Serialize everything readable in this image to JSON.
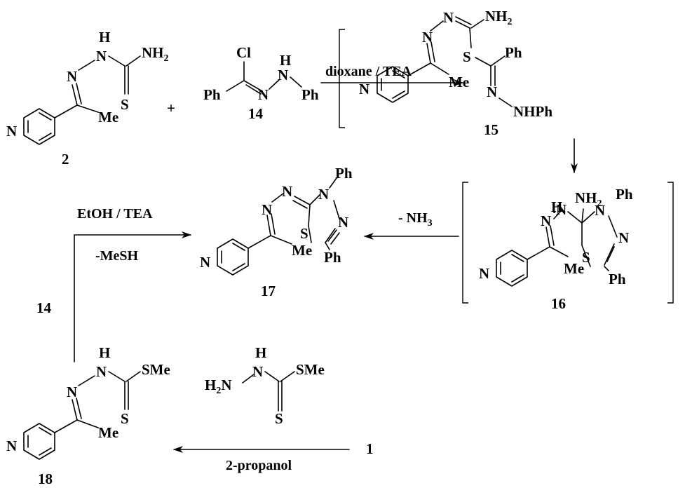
{
  "scheme": {
    "compound_numbers": {
      "c1": "1",
      "c2": "2",
      "c14": "14",
      "c15": "15",
      "c16": "16",
      "c17": "17",
      "c18": "18",
      "c14_arrow": "14"
    },
    "operators": {
      "plus": "+"
    },
    "conditions": {
      "dioxane_tea": "dioxane / TEA",
      "minus_nh3": "- NH",
      "minus_nh3_sub": "3",
      "etoh_tea": "EtOH / TEA",
      "minus_mesh": "-MeSH",
      "propanol": "2-propanol"
    },
    "atoms": {
      "N": "N",
      "S": "S",
      "H": "H",
      "Cl": "Cl",
      "Me": "Me",
      "Ph": "Ph",
      "NH2": "NH",
      "H2N": "H",
      "sub2": "2",
      "SMe": "SMe",
      "NHPh": "NHPh",
      "HN": "H N",
      "NH2Ph": "NH",
      "NH2Ph_tail": "Ph"
    }
  }
}
